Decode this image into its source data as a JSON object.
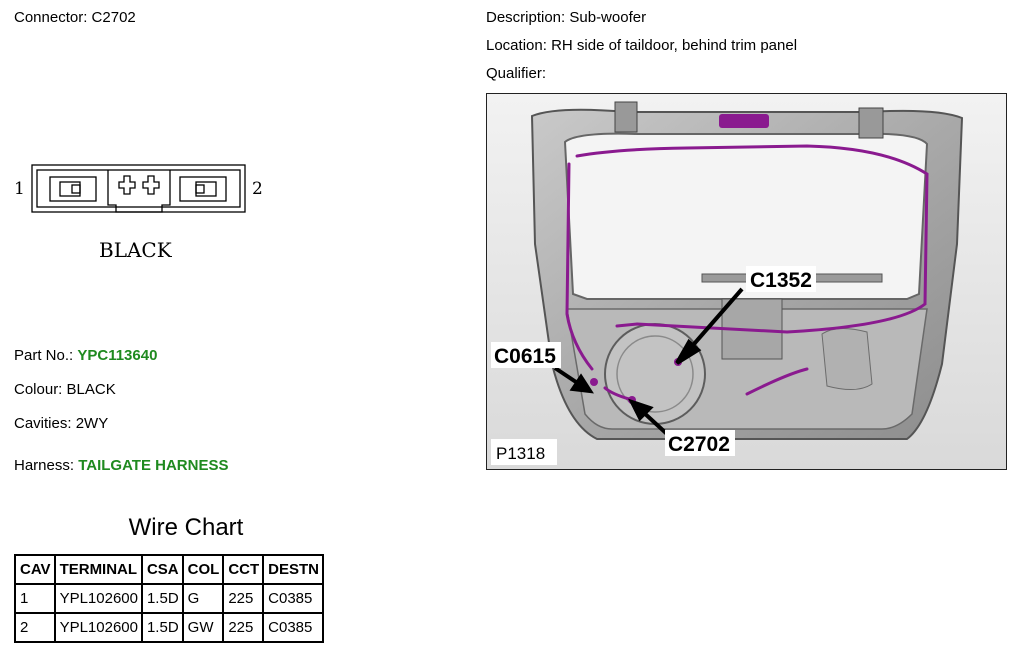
{
  "connector": {
    "label": "Connector:",
    "value": "C2702"
  },
  "description": {
    "label": "Description:",
    "value": "Sub-woofer"
  },
  "location": {
    "label": "Location:",
    "value": "RH side of taildoor, behind trim panel"
  },
  "qualifier": {
    "label": "Qualifier:",
    "value": ""
  },
  "diagram": {
    "pin_left": "1",
    "pin_right": "2",
    "color_text": "BLACK"
  },
  "part_no": {
    "label": "Part No.:",
    "value": "YPC113640"
  },
  "colour": {
    "label": "Colour:",
    "value": "BLACK"
  },
  "cavities": {
    "label": "Cavities:",
    "value": "2WY"
  },
  "harness": {
    "label": "Harness:",
    "value": "TAILGATE HARNESS"
  },
  "photo": {
    "callouts": [
      "C1352",
      "C0615",
      "C2702"
    ],
    "ref": "P1318",
    "harness_color": "#8a1a8f"
  },
  "wire_chart": {
    "title": "Wire Chart",
    "headers": [
      "CAV",
      "TERMINAL",
      "CSA",
      "COL",
      "CCT",
      "DESTN"
    ],
    "rows": [
      [
        "1",
        "YPL102600",
        "1.5D",
        "G",
        "225",
        "C0385"
      ],
      [
        "2",
        "YPL102600",
        "1.5D",
        "GW",
        "225",
        "C0385"
      ]
    ]
  },
  "colors": {
    "accent_green": "#1f8a1f"
  }
}
